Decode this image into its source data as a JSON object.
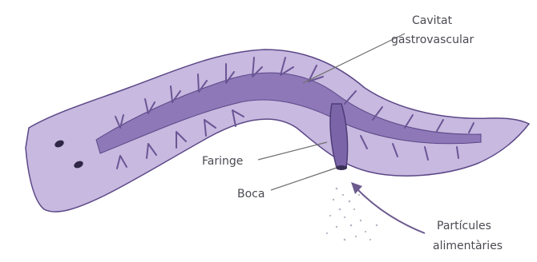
{
  "labels": {
    "cavity_line1": "Cavitat",
    "cavity_line2": "gastrovascular",
    "pharynx": "Faringe",
    "mouth": "Boca",
    "particles_line1": "Partícules",
    "particles_line2": "alimentàries"
  },
  "colors": {
    "body_fill": "#a996c9",
    "body_outline": "#5b4787",
    "gut_fill": "#8f78b8",
    "leader_lines": "#707070",
    "label_text": "#4a4a52",
    "particles": "#b8b3c4",
    "arrow": "#6c5a8e"
  }
}
